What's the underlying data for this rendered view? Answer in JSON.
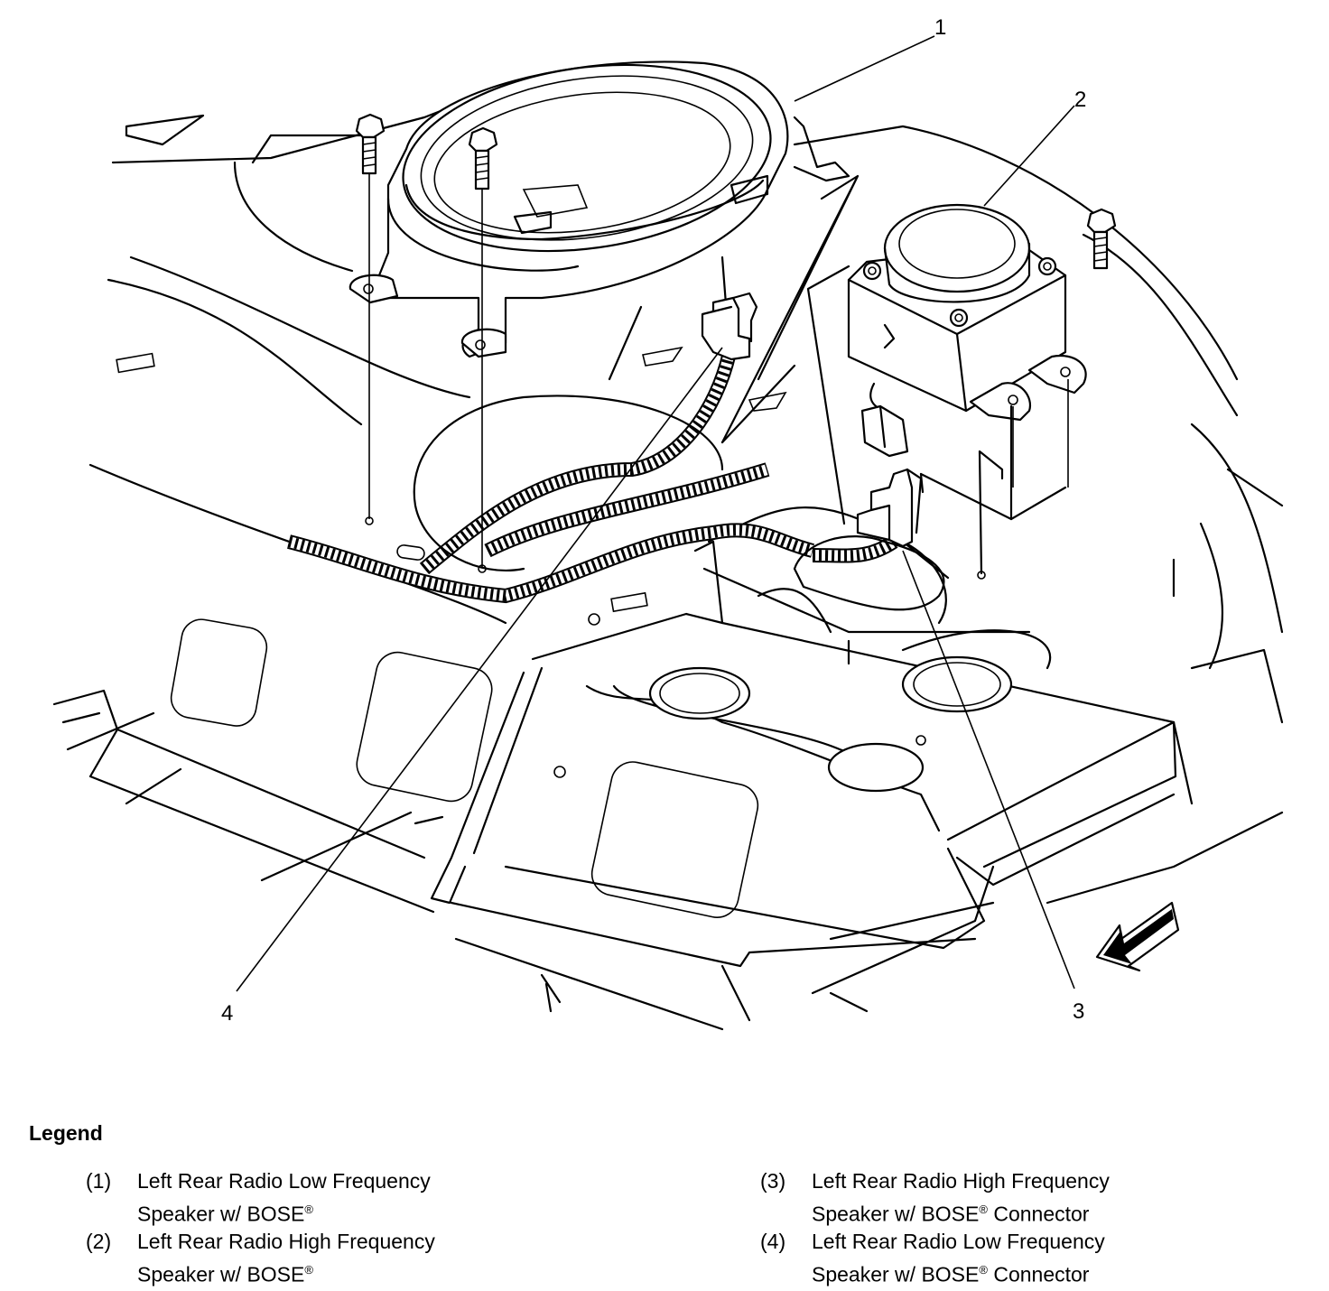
{
  "callouts": [
    {
      "id": "1",
      "label": "1"
    },
    {
      "id": "2",
      "label": "2"
    },
    {
      "id": "3",
      "label": "3"
    },
    {
      "id": "4",
      "label": "4"
    }
  ],
  "legend": {
    "title": "Legend",
    "items": [
      {
        "num": "(1)",
        "line1": "Left Rear Radio Low Frequency",
        "line2_pre": "Speaker w/ BOSE",
        "mark": "®",
        "line2_post": ""
      },
      {
        "num": "(2)",
        "line1": "Left Rear Radio High Frequency",
        "line2_pre": "Speaker w/ BOSE",
        "mark": "®",
        "line2_post": ""
      },
      {
        "num": "(3)",
        "line1": "Left Rear Radio High Frequency",
        "line2_pre": "Speaker w/ BOSE",
        "mark": "®",
        "line2_post": " Connector"
      },
      {
        "num": "(4)",
        "line1": "Left Rear Radio Low Frequency",
        "line2_pre": "Speaker w/ BOSE",
        "mark": "®",
        "line2_post": " Connector"
      }
    ]
  }
}
